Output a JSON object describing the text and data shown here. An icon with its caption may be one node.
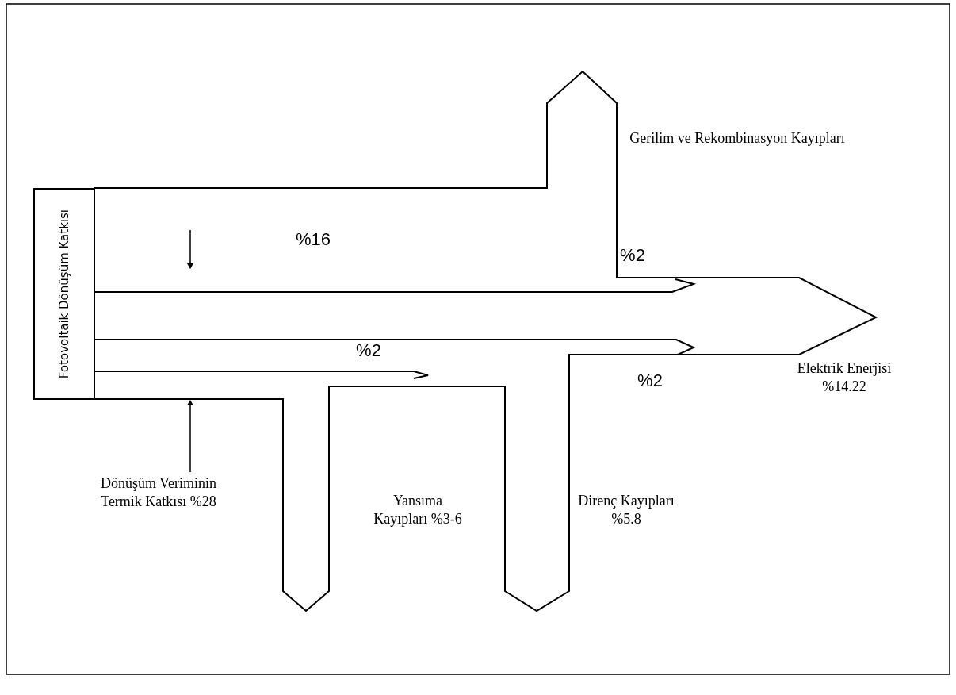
{
  "diagram": {
    "nodes": [
      {
        "text": [
          "Fotovoltaik Dönüşüm Katkısı"
        ]
      }
    ],
    "edges": [],
    "labels": [
      "Gerilim ve Rekombinasyon Kayıpları",
      "%16",
      "%2",
      "%2",
      "Elektrik Enerjisi %14.22",
      "%2",
      "Dönüşüm Veriminin Termik Katkısı %28",
      "Yansıma Kayıpları %3-6",
      "Direnç Kayıpları %5.8"
    ]
  }
}
